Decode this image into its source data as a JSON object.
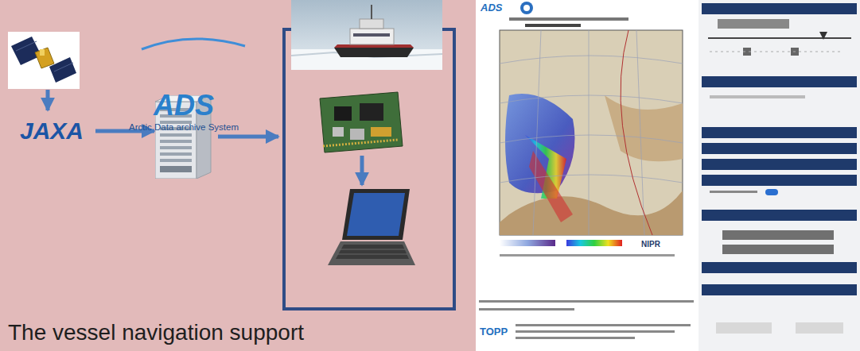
{
  "diagram": {
    "caption": "The vessel navigation support",
    "nodes": [
      {
        "text": [
          "JAXA"
        ]
      },
      {
        "text": [
          "ADS",
          "Arctic Data archive System"
        ]
      }
    ],
    "edges": [
      {
        "from": 0,
        "to": 1,
        "arrow": "to"
      }
    ],
    "labels": [
      "ADS",
      "NIPR",
      "TOPP"
    ]
  }
}
